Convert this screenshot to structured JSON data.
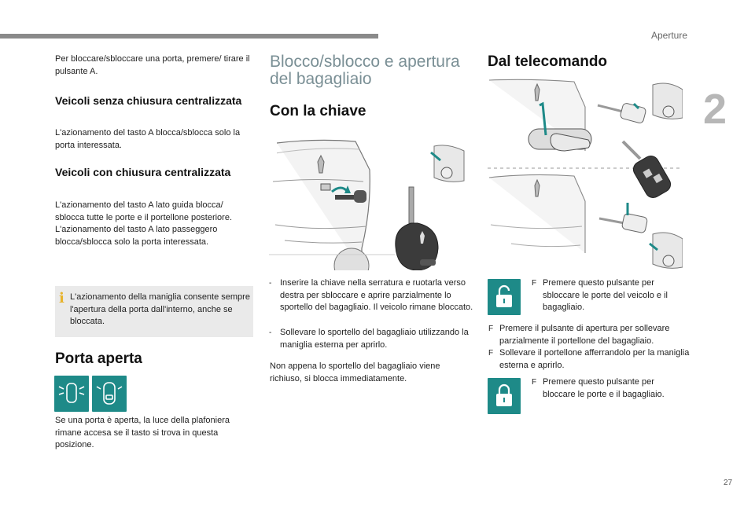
{
  "header": {
    "section": "Aperture",
    "chapter": "2",
    "page": "27"
  },
  "col1": {
    "intro": "Per bloccare/sbloccare una porta, premere/ tirare il pulsante A.",
    "h_senza": "Veicoli senza chiusura centralizzata",
    "p_senza": "L'azionamento del tasto A blocca/sblocca solo la porta interessata.",
    "h_con": "Veicoli con chiusura centralizzata",
    "p_con": "L'azionamento del tasto A lato guida blocca/ sblocca tutte le porte e il portellone posteriore. L'azionamento del tasto A lato passeggero blocca/sblocca solo la porta interessata.",
    "note": "L'azionamento della maniglia consente sempre l'apertura della porta dall'interno, anche se bloccata.",
    "h_porta": "Porta aperta",
    "p_porta": "Se una porta è aperta, la luce della plafoniera rimane accesa se il tasto si trova in questa posizione."
  },
  "col2": {
    "title": "Blocco/sblocco e apertura del bagagliaio",
    "h_chiave": "Con la chiave",
    "b1": "Inserire la chiave nella serratura e ruotarla verso destra per sbloccare e aprire parzialmente lo sportello del bagagliaio. Il veicolo rimane bloccato.",
    "b2": "Sollevare lo sportello del bagagliaio utilizzando la maniglia esterna per aprirlo.",
    "p_end": "Non appena lo sportello del bagagliaio viene richiuso, si blocca immediatamente."
  },
  "col3": {
    "title": "Dal telecomando",
    "unlock": "Premere questo pulsante per sbloccare le porte del veicolo e il bagagliaio.",
    "b1": "Premere il pulsante di apertura per sollevare parzialmente il portellone del bagagliaio.",
    "b2": "Sollevare il portellone afferrandolo per la maniglia esterna e aprirlo.",
    "lock": "Premere questo pulsante per bloccare le porte e il bagagliaio."
  },
  "marks": {
    "bullet_f": "F",
    "dash": "-",
    "info": "i"
  },
  "colors": {
    "teal": "#1e8a88",
    "note_bg": "#eaeaea",
    "title_grey": "#7a8f95",
    "chapter_grey": "#b7b7b7"
  }
}
